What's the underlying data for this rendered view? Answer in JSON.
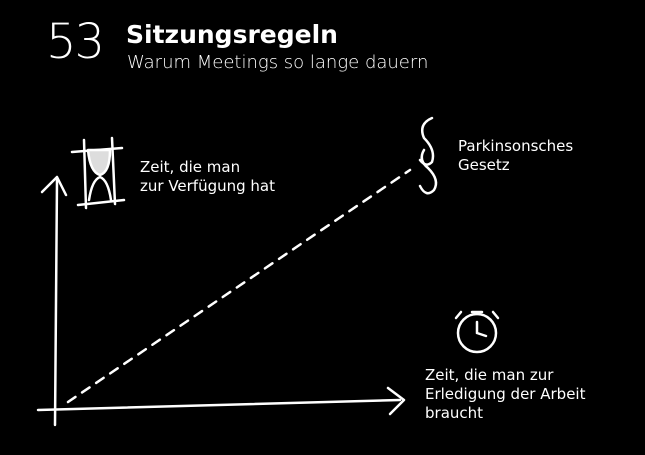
{
  "header": {
    "number": "53",
    "title": "Sitzungsregeln",
    "subtitle": "Warum Meetings so lange dauern"
  },
  "diagram": {
    "y_axis_label": [
      "Zeit, die man",
      "zur Verfügung hat"
    ],
    "law_label": [
      "Parkinsonsches",
      "Gesetz"
    ],
    "x_axis_label": [
      "Zeit, die man zur",
      "Erledigung der Arbeit",
      "braucht"
    ],
    "icons": [
      "hourglass-icon",
      "paragraph-icon",
      "stopwatch-icon"
    ]
  }
}
